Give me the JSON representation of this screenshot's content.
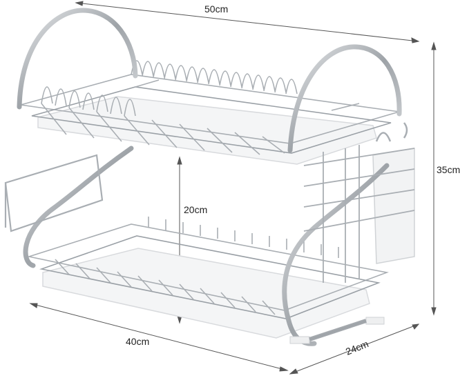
{
  "product": {
    "name": "two-tier dish drying rack",
    "colors": {
      "metal": "#b8bcc0",
      "metal_dark": "#7d8288",
      "tray": "#f4f5f6",
      "tray_edge": "#d8dadd",
      "dimension_line": "#555555"
    }
  },
  "dimensions": {
    "width": "50cm",
    "height": "35cm",
    "tier_gap": "20cm",
    "length": "40cm",
    "depth": "24cm"
  }
}
